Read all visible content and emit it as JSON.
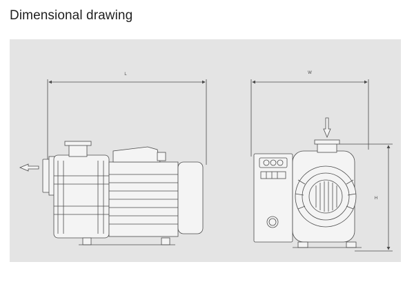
{
  "page": {
    "title": "Dimensional drawing"
  },
  "drawing": {
    "dimensions": {
      "length_label": "L",
      "width_label": "W",
      "height_label": "H"
    },
    "colors": {
      "background": "#ffffff",
      "panel": "#e4e4e4",
      "line": "#4a4a4a",
      "body_fill": "#f4f4f4"
    }
  }
}
